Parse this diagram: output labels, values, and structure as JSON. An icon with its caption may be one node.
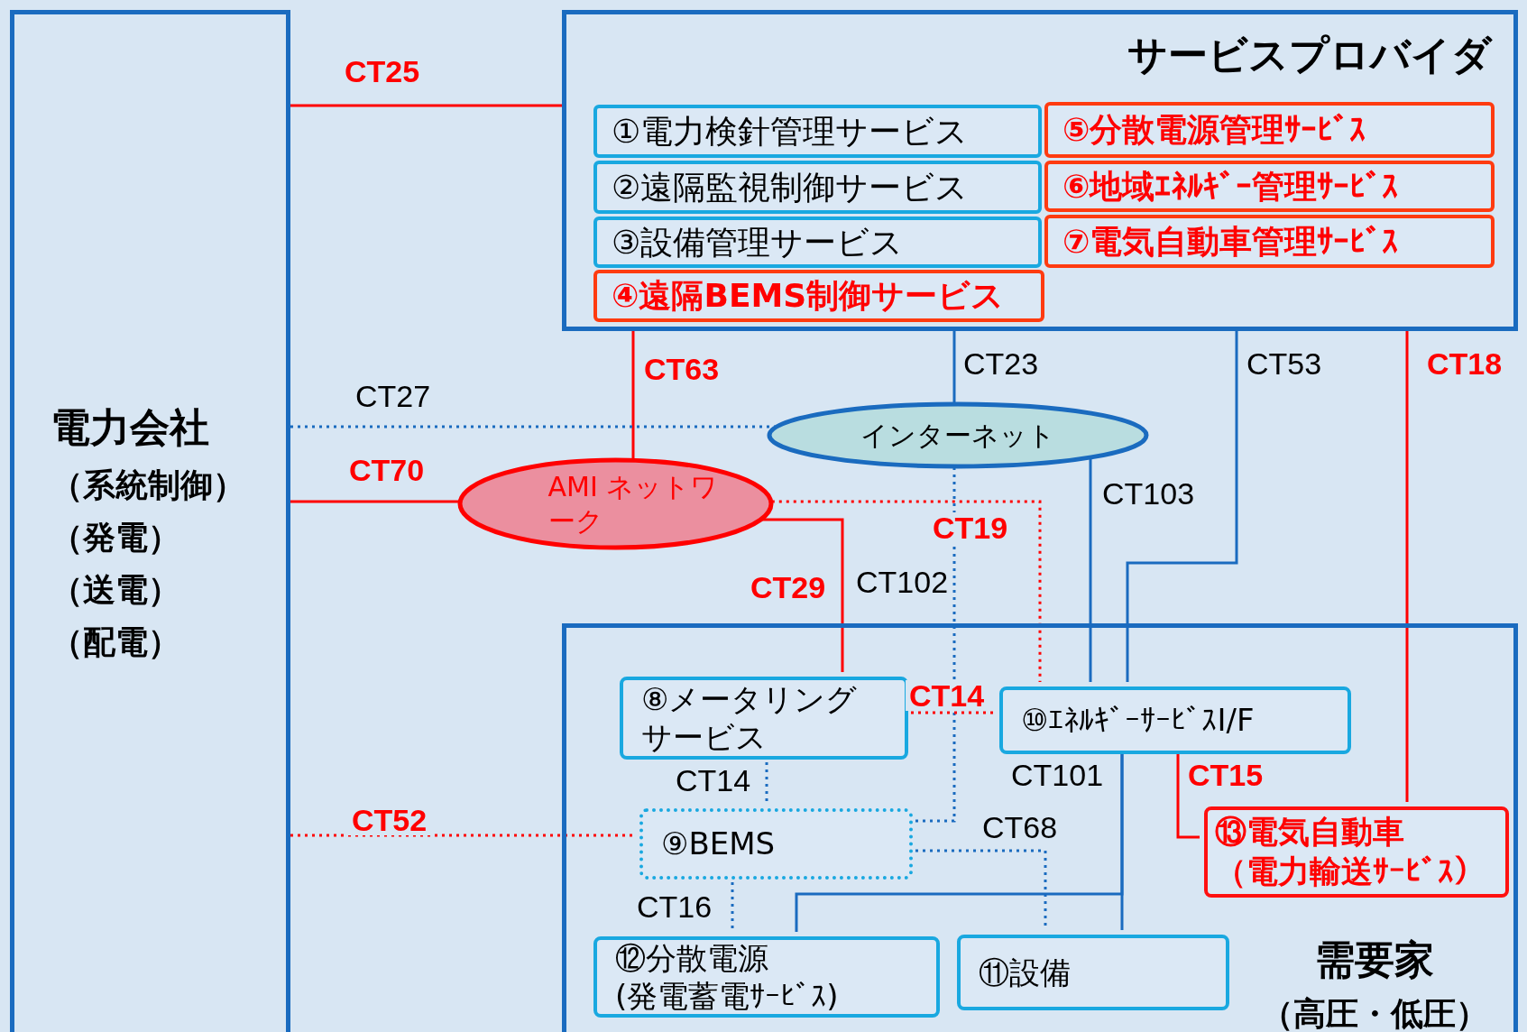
{
  "diagram": {
    "nodes": [
      {
        "text": [
          "電力会社",
          "（系統制御）",
          "（発電）",
          "（送電）",
          "（配電）"
        ]
      },
      {
        "text": [
          "サービスプロバイダ"
        ]
      },
      {
        "text": [
          "①電力検針管理サービス"
        ],
        "in": 1
      },
      {
        "text": [
          "②遠隔監視制御サービス"
        ],
        "in": 1
      },
      {
        "text": [
          "③設備管理サービス"
        ],
        "in": 1
      },
      {
        "text": [
          "④遠隔BEMS制御サービス"
        ],
        "in": 1
      },
      {
        "text": [
          "⑤分散電源管理ｻｰﾋﾞｽ"
        ],
        "in": 1
      },
      {
        "text": [
          "⑥地域ｴﾈﾙｷﾞｰ管理ｻｰﾋﾞｽ"
        ],
        "in": 1
      },
      {
        "text": [
          "⑦電気自動車管理ｻｰﾋﾞｽ"
        ],
        "in": 1
      },
      {
        "text": [
          "インターネット"
        ]
      },
      {
        "text": [
          "AMI ネットワーク"
        ]
      },
      {
        "text": [
          "需要家",
          "（高圧・低圧）"
        ]
      },
      {
        "text": [
          "⑧メータリング",
          "サービス"
        ],
        "in": 11
      },
      {
        "text": [
          "⑨BEMS"
        ],
        "in": 11
      },
      {
        "text": [
          "⑩ｴﾈﾙｷﾞｰｻｰﾋﾞｽI/F"
        ],
        "in": 11
      },
      {
        "text": [
          "⑪設備"
        ],
        "in": 11
      },
      {
        "text": [
          "⑫分散電源",
          "(発電蓄電ｻｰﾋﾞｽ)"
        ],
        "in": 11
      },
      {
        "text": [
          "⑬電気自動車",
          "（電力輸送ｻｰﾋﾞｽ）"
        ],
        "in": 11
      }
    ],
    "edges": [
      {
        "from": 0,
        "to": 1,
        "arrow": "none",
        "label": "CT25",
        "color": "#ff0000"
      },
      {
        "from": 1,
        "to": 10,
        "arrow": "none",
        "label": "CT63",
        "color": "#ff0000"
      },
      {
        "from": 1,
        "to": 9,
        "arrow": "none",
        "label": "CT23"
      },
      {
        "from": 1,
        "to": 14,
        "arrow": "none",
        "label": "CT53"
      },
      {
        "from": 1,
        "to": 17,
        "arrow": "none",
        "label": "CT18",
        "color": "#ff0000"
      },
      {
        "from": 0,
        "to": 9,
        "arrow": "none",
        "label": "CT27",
        "style": "dashed"
      },
      {
        "from": 0,
        "to": 10,
        "arrow": "none",
        "label": "CT70",
        "color": "#ff0000"
      },
      {
        "from": 10,
        "to": 14,
        "arrow": "none",
        "label": "CT19",
        "style": "dashed",
        "color": "#ff0000"
      },
      {
        "from": 10,
        "to": 12,
        "arrow": "none",
        "label": "CT29",
        "color": "#ff0000"
      },
      {
        "from": 9,
        "to": 13,
        "arrow": "none",
        "label": "CT102",
        "style": "dashed"
      },
      {
        "from": 9,
        "to": 14,
        "arrow": "none",
        "label": "CT103"
      },
      {
        "from": 12,
        "to": 14,
        "arrow": "none",
        "label": "CT14",
        "style": "dashed",
        "color": "#ff0000"
      },
      {
        "from": 12,
        "to": 13,
        "arrow": "none",
        "label": "CT14",
        "style": "dashed"
      },
      {
        "from": 0,
        "to": 13,
        "arrow": "none",
        "label": "CT52",
        "style": "dashed",
        "color": "#ff0000"
      },
      {
        "from": 14,
        "to": 17,
        "arrow": "none",
        "label": "CT15",
        "color": "#ff0000"
      },
      {
        "from": 13,
        "to": 15,
        "arrow": "none",
        "label": "CT68",
        "style": "dashed"
      },
      {
        "from": 13,
        "to": 16,
        "arrow": "none",
        "label": "CT16",
        "style": "dashed"
      },
      {
        "from": 14,
        "to": 15,
        "arrow": "none",
        "label": "CT101"
      },
      {
        "from": 14,
        "to": 16,
        "arrow": "none"
      }
    ]
  }
}
